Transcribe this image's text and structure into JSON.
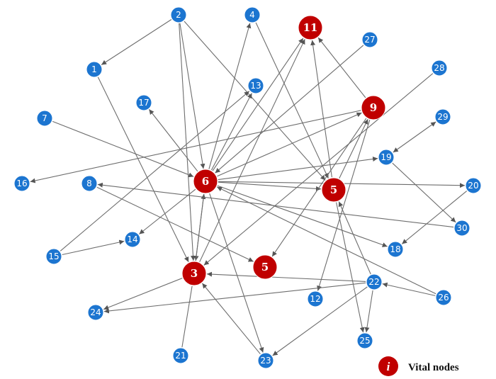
{
  "colors": {
    "regular_node": "#1c75d0",
    "vital_node": "#c00000",
    "edge": "#6d6d6d",
    "node_border": "#ffffff"
  },
  "nodes": [
    {
      "id": "n1",
      "label": "1",
      "vital": false
    },
    {
      "id": "n2",
      "label": "2",
      "vital": false
    },
    {
      "id": "n4",
      "label": "4",
      "vital": false
    },
    {
      "id": "n7",
      "label": "7",
      "vital": false
    },
    {
      "id": "n8",
      "label": "8",
      "vital": false
    },
    {
      "id": "n12",
      "label": "12",
      "vital": false
    },
    {
      "id": "n13",
      "label": "13",
      "vital": false
    },
    {
      "id": "n14",
      "label": "14",
      "vital": false
    },
    {
      "id": "n15",
      "label": "15",
      "vital": false
    },
    {
      "id": "n16",
      "label": "16",
      "vital": false
    },
    {
      "id": "n17",
      "label": "17",
      "vital": false
    },
    {
      "id": "n18",
      "label": "18",
      "vital": false
    },
    {
      "id": "n19",
      "label": "19",
      "vital": false
    },
    {
      "id": "n20",
      "label": "20",
      "vital": false
    },
    {
      "id": "n21",
      "label": "21",
      "vital": false
    },
    {
      "id": "n22",
      "label": "22",
      "vital": false
    },
    {
      "id": "n23",
      "label": "23",
      "vital": false
    },
    {
      "id": "n24",
      "label": "24",
      "vital": false
    },
    {
      "id": "n25",
      "label": "25",
      "vital": false
    },
    {
      "id": "n26",
      "label": "26",
      "vital": false
    },
    {
      "id": "n27",
      "label": "27",
      "vital": false
    },
    {
      "id": "n28",
      "label": "28",
      "vital": false
    },
    {
      "id": "n29",
      "label": "29",
      "vital": false
    },
    {
      "id": "n30",
      "label": "30",
      "vital": false
    },
    {
      "id": "v11",
      "label": "11",
      "vital": true
    },
    {
      "id": "v9",
      "label": "9",
      "vital": true
    },
    {
      "id": "v6",
      "label": "6",
      "vital": true
    },
    {
      "id": "v5a",
      "label": "5",
      "vital": true
    },
    {
      "id": "v5b",
      "label": "5",
      "vital": true
    },
    {
      "id": "v3",
      "label": "3",
      "vital": true
    }
  ],
  "edges": [
    {
      "from": "n2",
      "to": "n1",
      "arrow": "end"
    },
    {
      "from": "n2",
      "to": "v3",
      "arrow": "end"
    },
    {
      "from": "n2",
      "to": "v6",
      "arrow": "end"
    },
    {
      "from": "n2",
      "to": "v5a",
      "arrow": "end"
    },
    {
      "from": "n1",
      "to": "v3",
      "arrow": "end"
    },
    {
      "from": "n4",
      "to": "v5a",
      "arrow": "end"
    },
    {
      "from": "v6",
      "to": "n4",
      "arrow": "end"
    },
    {
      "from": "v6",
      "to": "v11",
      "arrow": "end"
    },
    {
      "from": "v6",
      "to": "n13",
      "arrow": "end"
    },
    {
      "from": "v6",
      "to": "n17",
      "arrow": "end"
    },
    {
      "from": "v6",
      "to": "v9",
      "arrow": "end"
    },
    {
      "from": "v6",
      "to": "n19",
      "arrow": "end"
    },
    {
      "from": "v6",
      "to": "v5a",
      "arrow": "end"
    },
    {
      "from": "v6",
      "to": "n20",
      "arrow": "end"
    },
    {
      "from": "v6",
      "to": "n18",
      "arrow": "end"
    },
    {
      "from": "v6",
      "to": "n14",
      "arrow": "end"
    },
    {
      "from": "v6",
      "to": "v3",
      "arrow": "end"
    },
    {
      "from": "v6",
      "to": "n23",
      "arrow": "end"
    },
    {
      "from": "v3",
      "to": "v6",
      "arrow": "end"
    },
    {
      "from": "v3",
      "to": "v11",
      "arrow": "end"
    },
    {
      "from": "v3",
      "to": "n24",
      "arrow": "end"
    },
    {
      "from": "n7",
      "to": "v6",
      "arrow": "end"
    },
    {
      "from": "n8",
      "to": "v5b",
      "arrow": "end"
    },
    {
      "from": "n30",
      "to": "n8",
      "arrow": "end"
    },
    {
      "from": "n15",
      "to": "n14",
      "arrow": "end"
    },
    {
      "from": "n15",
      "to": "n13",
      "arrow": "end"
    },
    {
      "from": "v9",
      "to": "n16",
      "arrow": "end"
    },
    {
      "from": "v9",
      "to": "v11",
      "arrow": "end"
    },
    {
      "from": "v9",
      "to": "v5b",
      "arrow": "end"
    },
    {
      "from": "v9",
      "to": "n12",
      "arrow": "end"
    },
    {
      "from": "v5a",
      "to": "v11",
      "arrow": "end"
    },
    {
      "from": "v5a",
      "to": "v9",
      "arrow": "end"
    },
    {
      "from": "v5a",
      "to": "n25",
      "arrow": "end"
    },
    {
      "from": "n27",
      "to": "v6",
      "arrow": "end"
    },
    {
      "from": "n28",
      "to": "v3",
      "arrow": "end"
    },
    {
      "from": "n29",
      "to": "n19",
      "arrow": "both"
    },
    {
      "from": "n19",
      "to": "n30",
      "arrow": "end"
    },
    {
      "from": "n20",
      "to": "n18",
      "arrow": "end"
    },
    {
      "from": "n26",
      "to": "v6",
      "arrow": "end"
    },
    {
      "from": "n26",
      "to": "n22",
      "arrow": "end"
    },
    {
      "from": "n22",
      "to": "v3",
      "arrow": "end"
    },
    {
      "from": "n22",
      "to": "n24",
      "arrow": "end"
    },
    {
      "from": "n22",
      "to": "n23",
      "arrow": "end"
    },
    {
      "from": "n22",
      "to": "n25",
      "arrow": "end"
    },
    {
      "from": "n22",
      "to": "v5a",
      "arrow": "end"
    },
    {
      "from": "n21",
      "to": "v3",
      "arrow": "none"
    },
    {
      "from": "n23",
      "to": "v3",
      "arrow": "end"
    }
  ],
  "legend": {
    "symbol": "i",
    "label": "Vital nodes"
  }
}
